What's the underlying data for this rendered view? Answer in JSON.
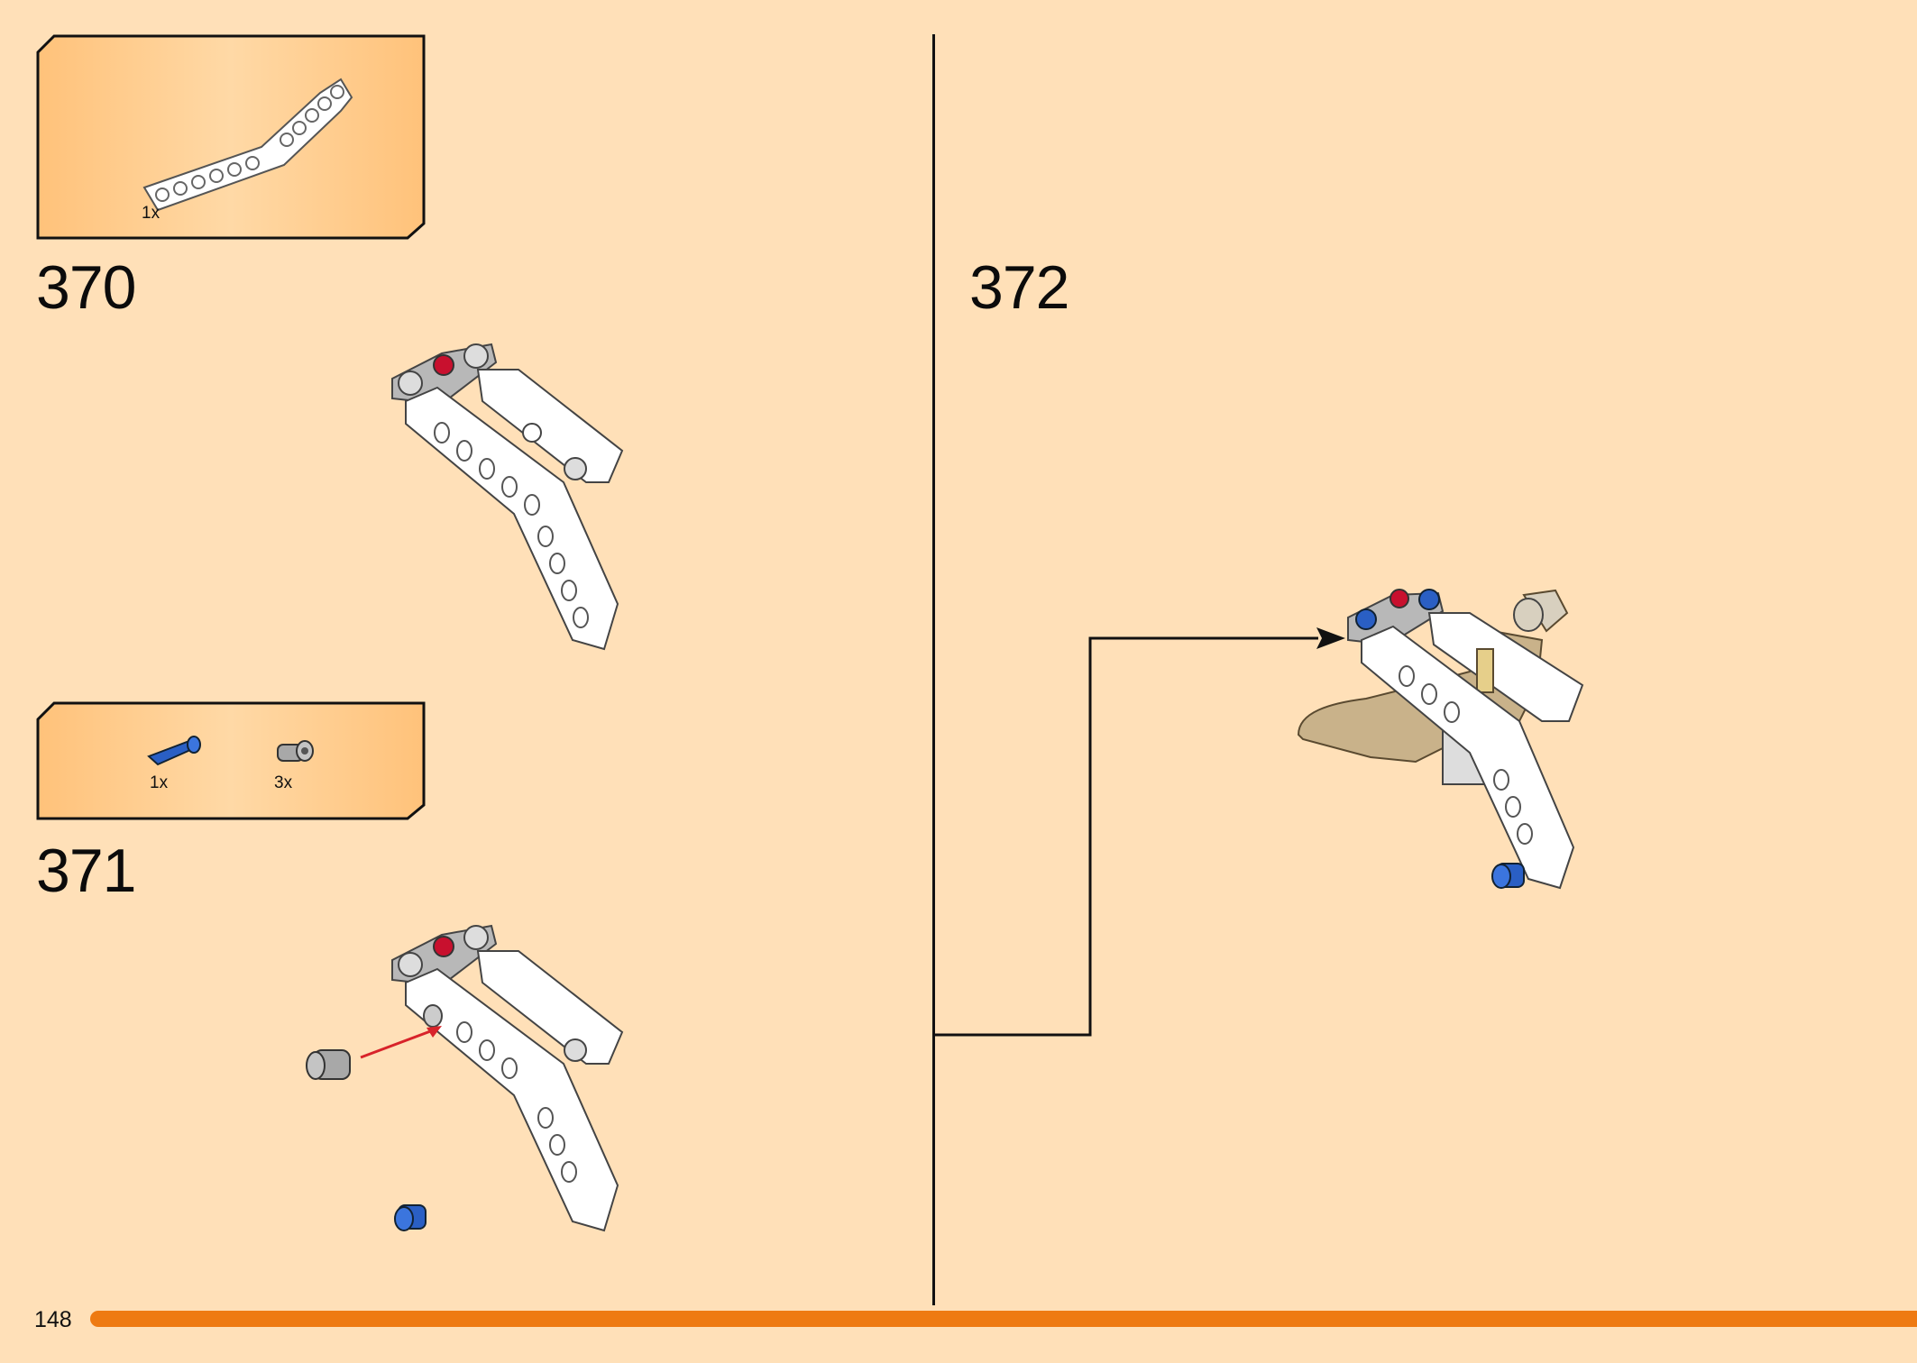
{
  "page": {
    "number": "148",
    "progress_color": "#EE7A12",
    "background": "#FFE0B8"
  },
  "steps": [
    {
      "number": "370",
      "parts": [
        {
          "icon": "white-bent-liftarm",
          "qty": "1x"
        }
      ]
    },
    {
      "number": "371",
      "parts": [
        {
          "icon": "blue-axle-pin",
          "qty": "1x"
        },
        {
          "icon": "gray-pin-connector",
          "qty": "3x"
        }
      ]
    },
    {
      "number": "372",
      "parts": []
    }
  ]
}
